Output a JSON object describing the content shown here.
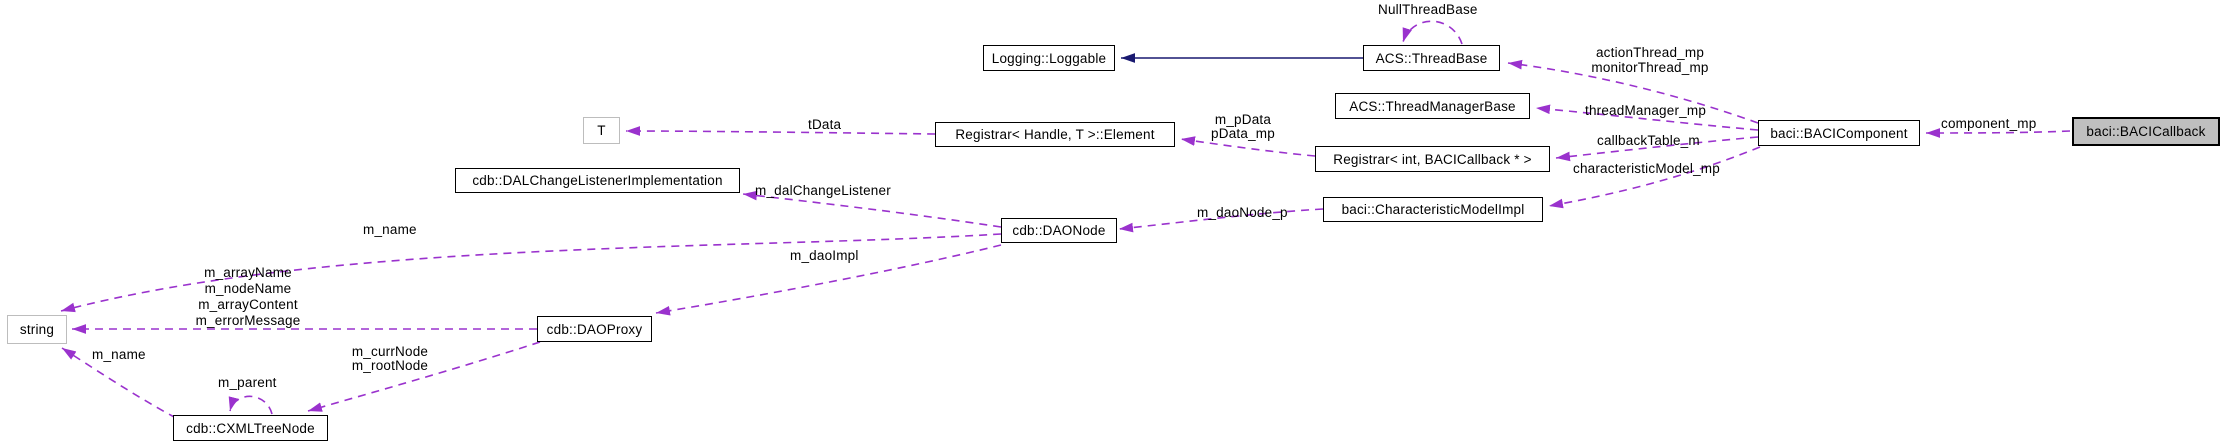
{
  "colors": {
    "usage_edge": "#9a32cd",
    "inheritance_edge": "#191970",
    "node_border": "#000000",
    "external_node_border": "#bdbdbd",
    "focus_node_fill": "#bfbfbf",
    "background": "#ffffff",
    "label_text": "#000000"
  },
  "nodes": {
    "loggable": {
      "label": "Logging::Loggable"
    },
    "threadbase": {
      "label": "ACS::ThreadBase"
    },
    "threadmanagerbase": {
      "label": "ACS::ThreadManagerBase"
    },
    "registrar_element": {
      "label": "Registrar< Handle, T >::Element"
    },
    "registrar_int": {
      "label": "Registrar< int, BACICallback * >"
    },
    "bacicomponent": {
      "label": "baci::BACIComponent"
    },
    "bacicallback": {
      "label": "baci::BACICallback"
    },
    "t": {
      "label": "T"
    },
    "dalchangelistener": {
      "label": "cdb::DALChangeListenerImplementation"
    },
    "daonode": {
      "label": "cdb::DAONode"
    },
    "characteristicmodel": {
      "label": "baci::CharacteristicModelImpl"
    },
    "string": {
      "label": "string"
    },
    "daoproxy": {
      "label": "cdb::DAOProxy"
    },
    "cxmltreenode": {
      "label": "cdb::CXMLTreeNode"
    }
  },
  "edge_labels": {
    "null_thread_base": "NullThreadBase",
    "action_thread_mp": "actionThread_mp",
    "monitor_thread_mp": "monitorThread_mp",
    "thread_manager_mp": "threadManager_mp",
    "callback_table_m": "callbackTable_m",
    "characteristic_model_mp": "characteristicModel_mp",
    "component_mp": "component_mp",
    "m_pdata": "m_pData",
    "pdata_mp": "pData_mp",
    "tdata": "tData",
    "m_daonode_p": "m_daoNode_p",
    "m_dalchangelistener": "m_dalChangeListener",
    "m_name_daonode": "m_name",
    "m_daoimpl": "m_daoImpl",
    "m_arrayname": "m_arrayName",
    "m_nodename": "m_nodeName",
    "m_arraycontent": "m_arrayContent",
    "m_errormessage": "m_errorMessage",
    "m_name_cxmltreenode": "m_name",
    "m_currnode": "m_currNode",
    "m_rootnode": "m_rootNode",
    "m_parent": "m_parent"
  }
}
